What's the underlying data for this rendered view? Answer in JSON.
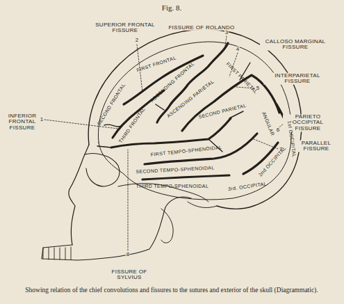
{
  "diagram": {
    "title": "Fig. 8.",
    "caption": "Showing relation of the chief convolutions and fissures to the sutures and exterior of the skull (Diagrammatic).",
    "labels": [
      "SUPERIOR FRONTAL FISSURE",
      "2",
      "FISSURE OF ROLANDO",
      "3",
      "CALLOSO MARGINAL FISSURE",
      "4",
      "INTERPARIETAL FISSURE",
      "5",
      "PARIETO OCCIPITAL FISSURE",
      "6",
      "PARALLEL FISSURE",
      "7",
      "INFERIOR FRONTAL FISSURE",
      "1",
      "FISSURE OF SYLVIUS",
      "8",
      "FIRST FRONTAL",
      "SECOND FRONTAL",
      "THIRD FRONTAL",
      "ASCENDING FRONTAL",
      "ASCENDING PARIETAL",
      "FIRST PARIETAL",
      "SECOND PARIETAL",
      "ANGULAR",
      "FIRST TEMPO-SPHENOIDAL",
      "SECOND TEMPO-SPHENOIDAL",
      "THIRD TEMPO-SPHENOIDAL",
      "1st OCCIPITAL",
      "2nd OCCIPITAL",
      "3rd. OCCIPITAL"
    ]
  }
}
